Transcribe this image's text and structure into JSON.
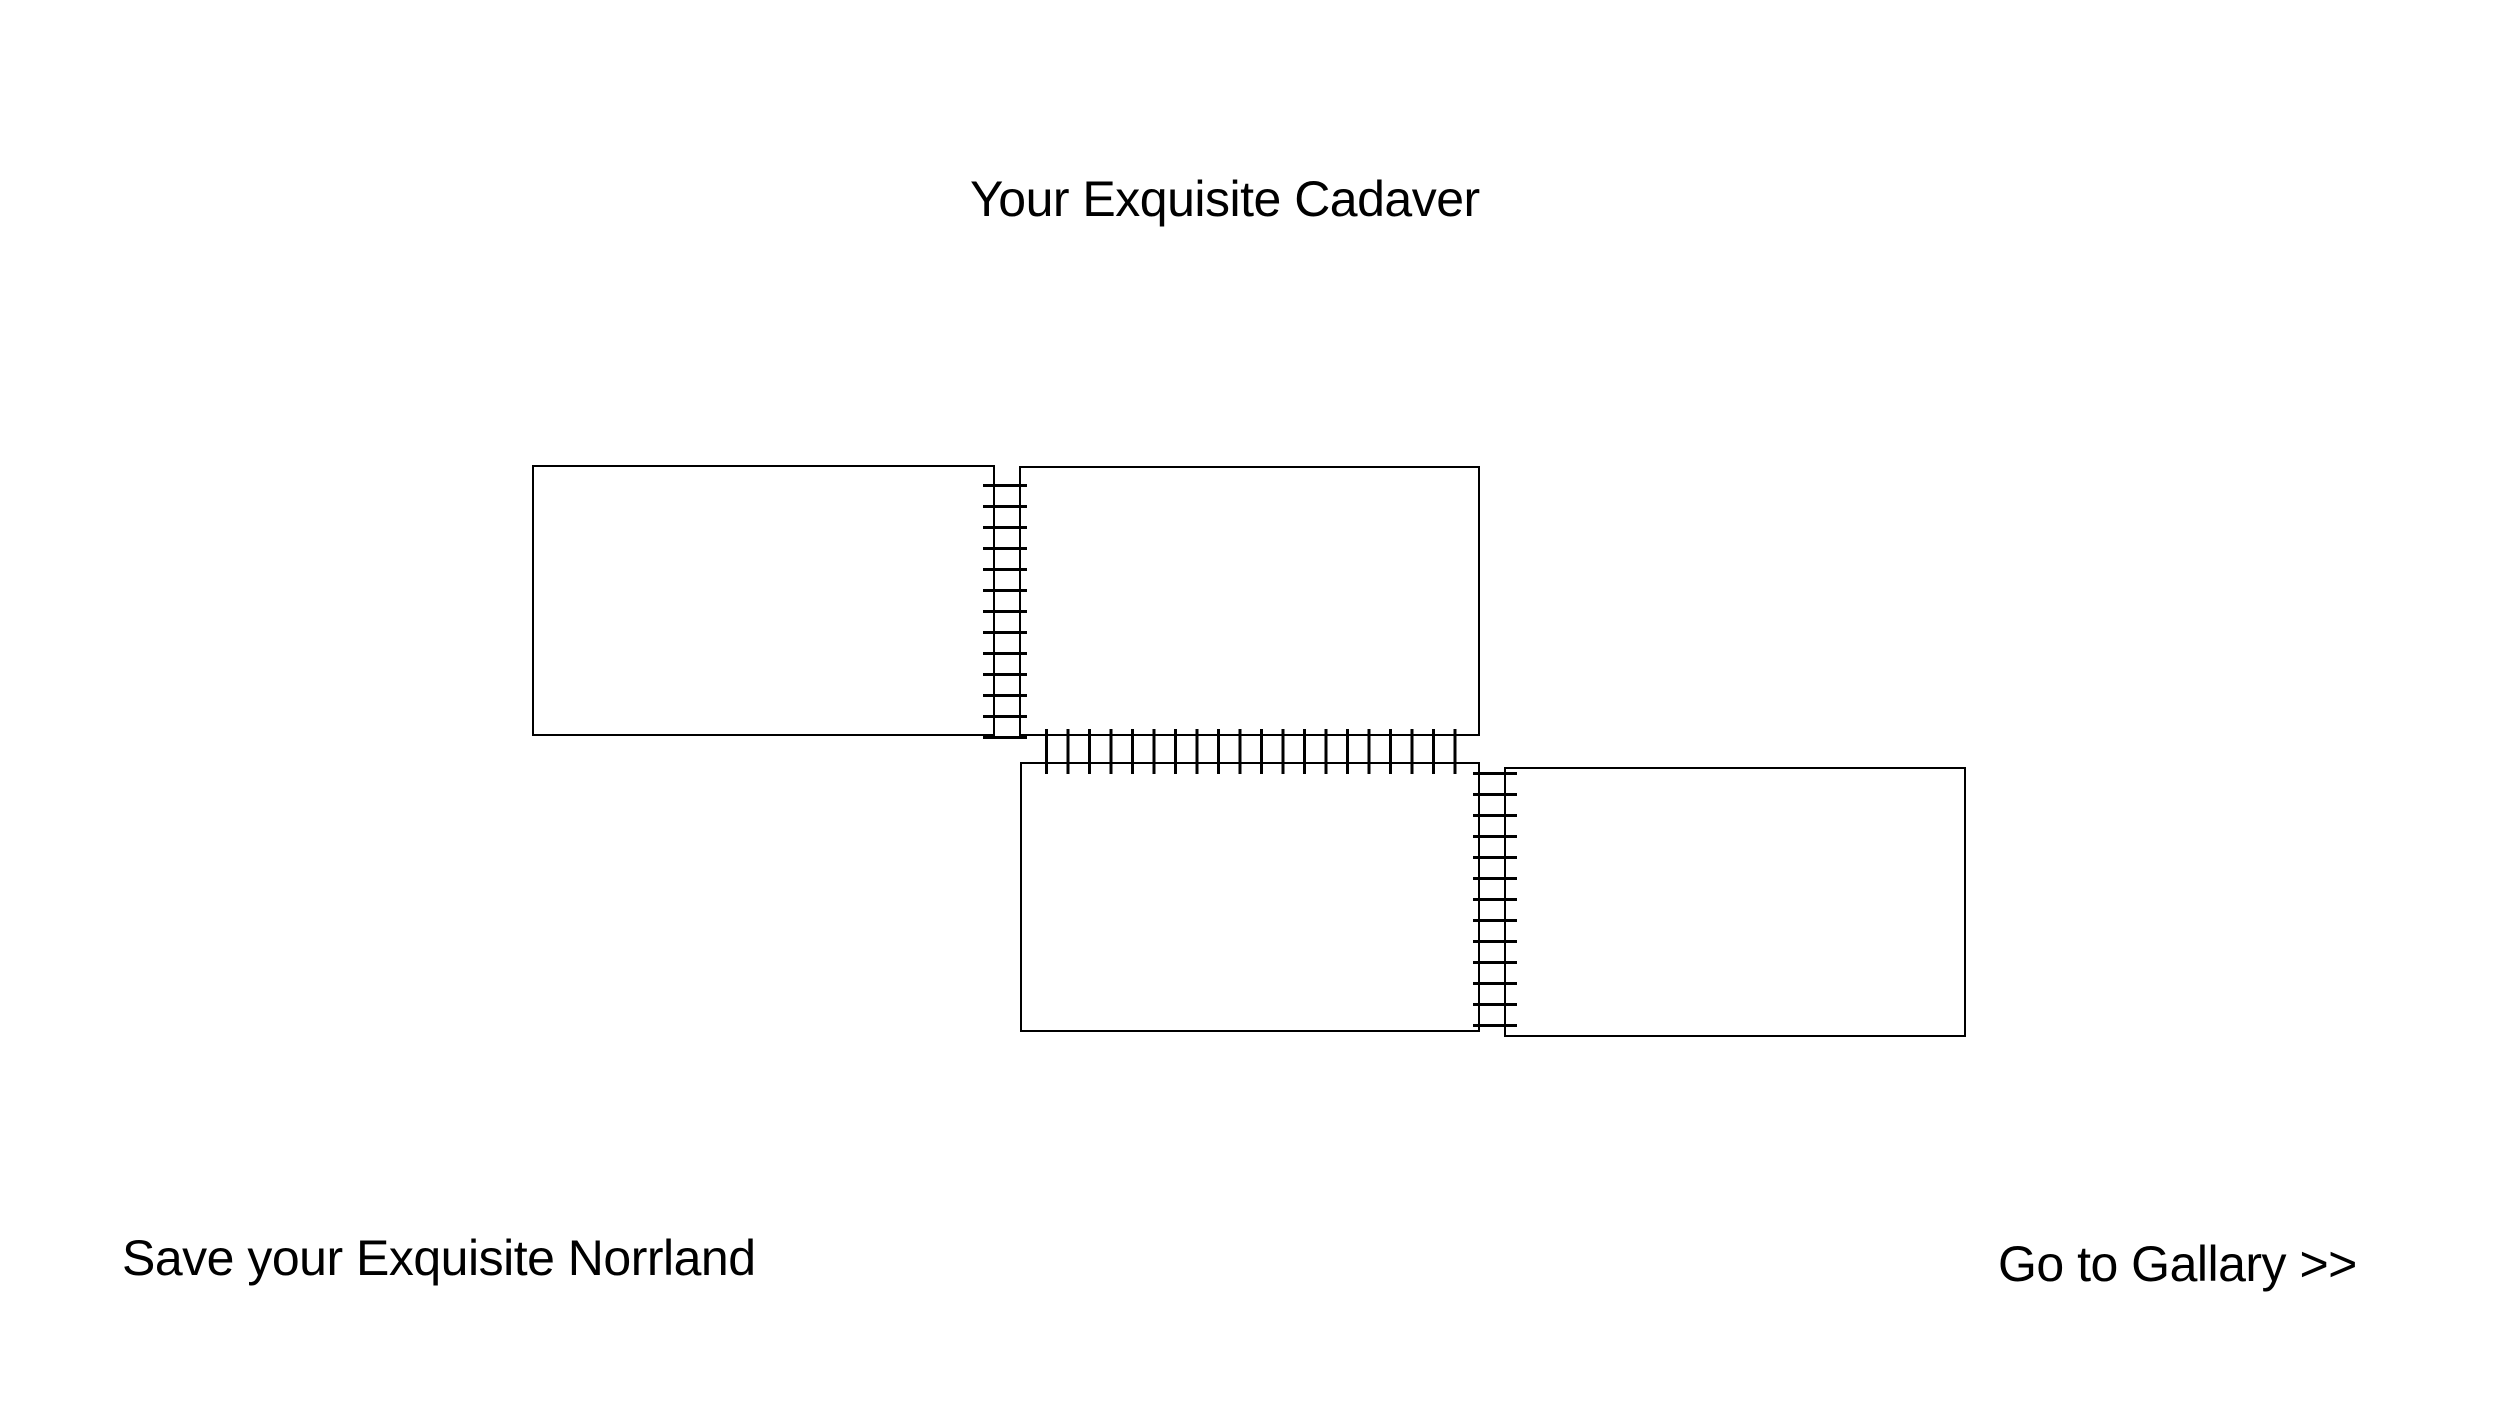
{
  "header": {
    "title": "Your Exquisite Cadaver"
  },
  "canvas": {
    "panel_count": 4,
    "panels": [
      {
        "id": "panel-1",
        "position": "top-left"
      },
      {
        "id": "panel-2",
        "position": "top-center"
      },
      {
        "id": "panel-3",
        "position": "bottom-center"
      },
      {
        "id": "panel-4",
        "position": "bottom-right"
      }
    ],
    "seams": [
      {
        "id": "seam-1",
        "between": "panel-1/panel-2",
        "orientation": "vertical",
        "stitch_count": 13
      },
      {
        "id": "seam-2",
        "between": "panel-2/panel-3",
        "orientation": "horizontal",
        "stitch_count": 20
      },
      {
        "id": "seam-3",
        "between": "panel-3/panel-4",
        "orientation": "vertical",
        "stitch_count": 13
      }
    ]
  },
  "footer": {
    "save_label": "Save your Exquisite Norrland",
    "gallery_label": "Go to Gallary >>"
  },
  "colors": {
    "line": "#000000",
    "background": "#ffffff",
    "text": "#000000"
  }
}
